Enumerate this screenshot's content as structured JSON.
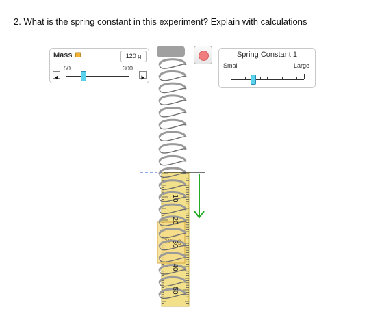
{
  "question": "2. What is the spring constant in this experiment? Explain with calculations",
  "mass_control": {
    "title": "Mass",
    "value": "120 g",
    "min_label": "50",
    "max_label": "300",
    "slider_value": 120
  },
  "spring_constant_control": {
    "title": "Spring Constant 1",
    "small_label": "Small",
    "large_label": "Large",
    "slider_level": 0.3
  },
  "ruler": {
    "labels": [
      "10",
      "20",
      "30",
      "40",
      "50"
    ]
  },
  "mass_block": {
    "label": "120 g"
  },
  "colors": {
    "slider_thumb": "#5cd3ec",
    "displacement_arrow": "#22aa22",
    "ruler": "#f3e08a",
    "stop_button": "#f07e7e"
  }
}
